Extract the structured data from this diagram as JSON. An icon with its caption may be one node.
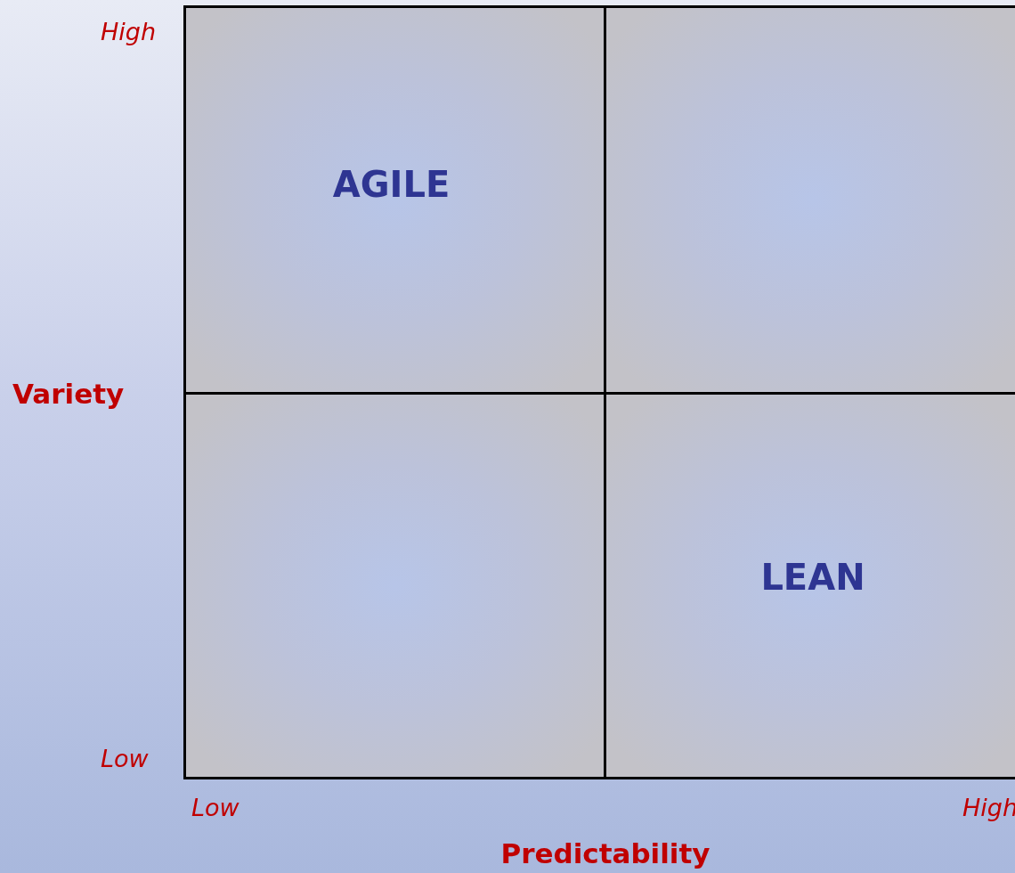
{
  "diagram": {
    "nodes": [
      {
        "text": [
          "AGILE"
        ]
      },
      {
        "text": [],
        "shape": "box"
      },
      {
        "text": [],
        "shape": "box"
      },
      {
        "text": [
          "LEAN"
        ]
      }
    ],
    "labels": [
      "High",
      "Variety",
      "Low",
      "Low",
      "High",
      "Predictability"
    ]
  }
}
